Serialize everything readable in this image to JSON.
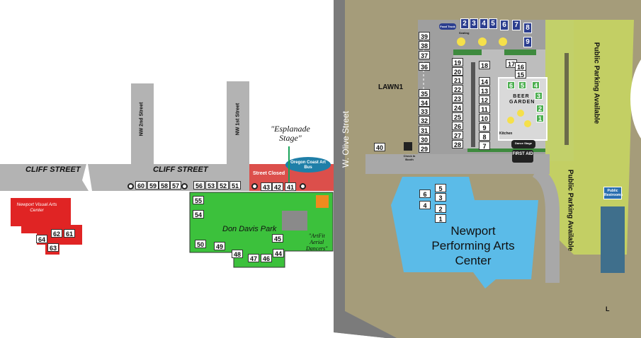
{
  "streets": {
    "cliff_left": "CLIFF STREET",
    "cliff_right": "CLIFF STREET",
    "nw2": "NW 2nd Street",
    "nw1": "NW 1st Street",
    "olive": "W. Olive Street",
    "closed": "Street Closed"
  },
  "places": {
    "nvac": "Newport Visual Arts Center",
    "park": "Don Davis Park",
    "npac_line1": "Newport",
    "npac_line2": "Performing Arts",
    "npac_line3": "Center",
    "lawn": "LAWN1",
    "beer": "BEER GARDEN",
    "parking1": "Public Parking Available",
    "parking2": "Public Parking Available",
    "restrooms": "Public Restrooms",
    "art_bus": "Oregon Coast Art Bus",
    "stage": "Dance Stage",
    "kitchen": "Kitchen",
    "check_in": "Check In Booth",
    "first_aid": "FIRST AID",
    "seating": "Seating",
    "food_truck": "Food Truck"
  },
  "callouts": {
    "esplanade": "\"Esplanade Stage\"",
    "artfit_1": "\"ArtFit",
    "artfit_2": "Aerial",
    "artfit_3": "Dancers\""
  },
  "booths_cliff": [
    "60",
    "59",
    "58",
    "57",
    "56",
    "53",
    "52",
    "51",
    "43",
    "42",
    "41"
  ],
  "booths_park": [
    "55",
    "54",
    "50",
    "49",
    "48",
    "47",
    "46",
    "45",
    "44"
  ],
  "booths_nvac": [
    "62",
    "61",
    "64",
    "63"
  ],
  "booths_west": [
    "39",
    "38",
    "37",
    "36",
    "35",
    "34",
    "33",
    "32",
    "31",
    "30",
    "29"
  ],
  "booths_col2": [
    "19",
    "20",
    "21",
    "22",
    "23",
    "24",
    "25",
    "26",
    "27",
    "28"
  ],
  "booths_col3": [
    "18",
    "14",
    "13",
    "12",
    "11",
    "10",
    "9",
    "8",
    "7"
  ],
  "booths_top": [
    "2",
    "3",
    "4",
    "5",
    "6",
    "7",
    "8",
    "9"
  ],
  "booths_garden": [
    "6",
    "5",
    "4",
    "3",
    "2",
    "1"
  ],
  "booths_center": [
    "17",
    "16",
    "15",
    "40"
  ],
  "booths_npac": [
    "6",
    "5",
    "3",
    "4",
    "2",
    "1"
  ],
  "legend_l": "L"
}
